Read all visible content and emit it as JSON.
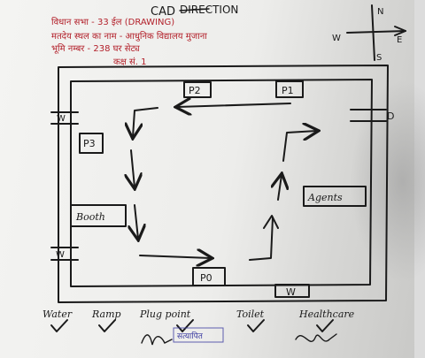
{
  "header": {
    "title_prefix": "CAD",
    "title_struck": "DIRECTION",
    "line1": "विधान सभा - 33 ईल (DRAWING)",
    "line2": "मतदेय स्थल का नाम - आधुनिक विद्यालय मुजाना",
    "line3": "भूमि नम्बर - 238 घर सेट्य",
    "line4": "कक्ष सं. 1"
  },
  "compass": {
    "north": "N",
    "south": "S",
    "east": "E",
    "west": "W"
  },
  "rooms": {
    "p1": "P1",
    "p2": "P2",
    "p3": "P3",
    "p0": "P0",
    "booth": "Booth",
    "agents": "Agents",
    "door": "D",
    "window_left_top": "W",
    "window_left_bottom": "W",
    "window_bottom": "W"
  },
  "facilities": [
    {
      "label": "Water",
      "checked": true
    },
    {
      "label": "Ramp",
      "checked": true
    },
    {
      "label": "Plug point",
      "checked": true
    },
    {
      "label": "Toilet",
      "checked": true
    },
    {
      "label": "Healthcare",
      "checked": true
    }
  ],
  "stamp_text": "सत्यापित",
  "colors": {
    "ink": "#1a1a1a",
    "red_ink": "#b3212b",
    "stamp": "#3a3aa0"
  }
}
